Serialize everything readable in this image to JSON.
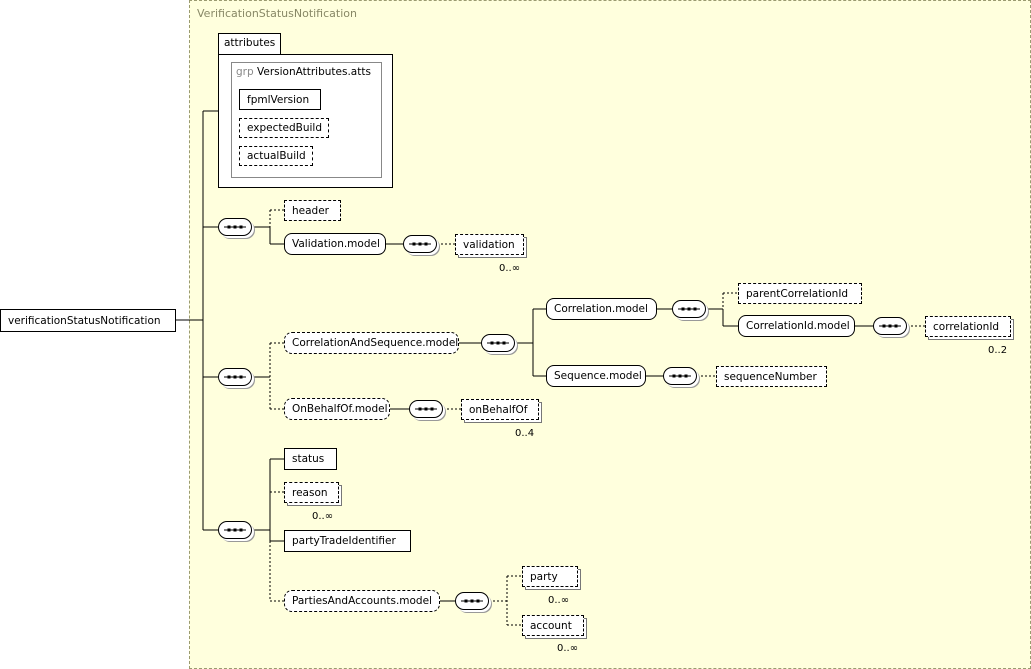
{
  "diagram": {
    "title": "VerificationStatusNotification",
    "root": "verificationStatusNotification",
    "attributes": {
      "tab": "attributes",
      "group_keyword": "grp",
      "group_name": "VersionAttributes.atts",
      "items": [
        "fpmlVersion",
        "expectedBuild",
        "actualBuild"
      ]
    },
    "elements": {
      "header": "header",
      "validation_model": "Validation.model",
      "validation": "validation",
      "correlation_and_sequence_model": "CorrelationAndSequence.model",
      "correlation_model": "Correlation.model",
      "parent_correlation_id": "parentCorrelationId",
      "correlation_id_model": "CorrelationId.model",
      "correlation_id": "correlationId",
      "sequence_model": "Sequence.model",
      "sequence_number": "sequenceNumber",
      "on_behalf_of_model": "OnBehalfOf.model",
      "on_behalf_of": "onBehalfOf",
      "status": "status",
      "reason": "reason",
      "party_trade_identifier": "partyTradeIdentifier",
      "parties_and_accounts_model": "PartiesAndAccounts.model",
      "party": "party",
      "account": "account"
    },
    "occurrences": {
      "validation": "0..∞",
      "correlation_id": "0..2",
      "on_behalf_of": "0..4",
      "reason": "0..∞",
      "party": "0..∞",
      "account": "0..∞"
    },
    "colors": {
      "panel_background": "#ffffdd",
      "panel_border": "#9a9a70",
      "box_background": "#ffffff",
      "line": "#000000"
    }
  }
}
